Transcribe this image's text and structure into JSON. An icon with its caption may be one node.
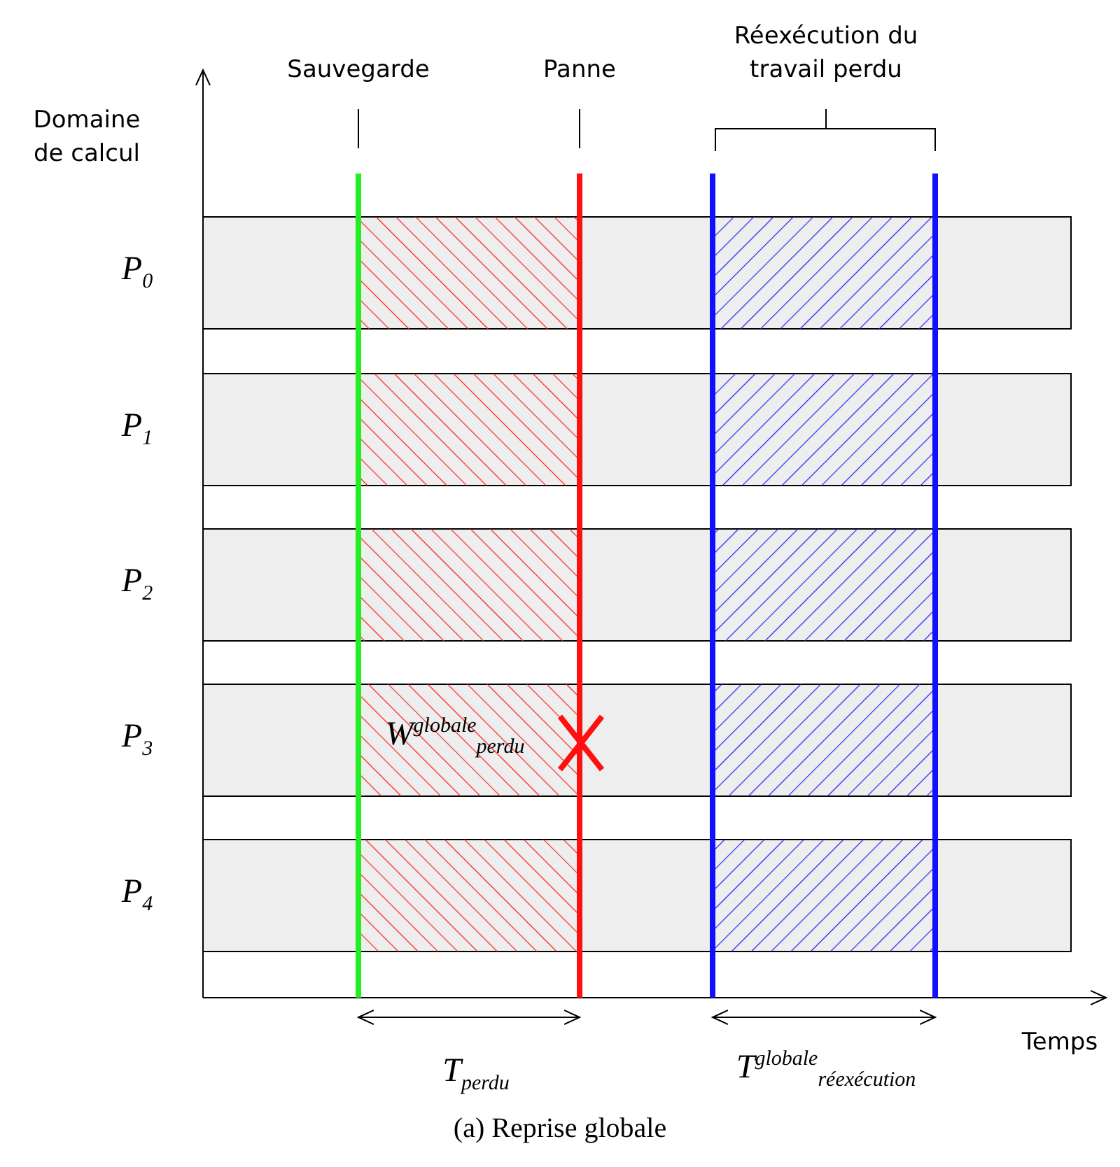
{
  "diagram": {
    "caption": "(a) Reprise globale",
    "labels": [
      "Domaine de calcul",
      "Sauvegarde",
      "Panne",
      "Réexécution du travail perdu",
      "P$_{0}$",
      "P$_{1}$",
      "P$_{2}$",
      "P$_{3}$",
      "W$^{globale}$$_{perdu}$",
      "P$_{4}$",
      "Temps",
      "T$_{perdu}$",
      "T$^{globale}$$_{réexécution}$"
    ]
  }
}
